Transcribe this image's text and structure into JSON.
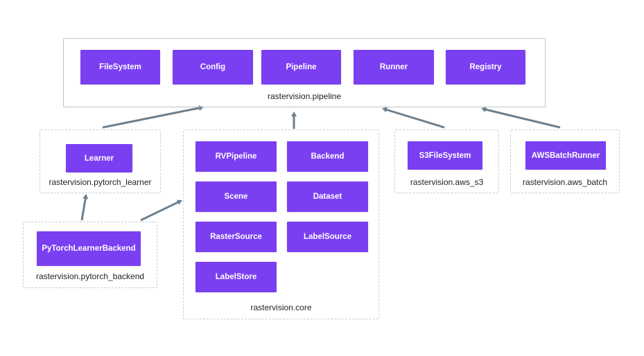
{
  "colors": {
    "module": "#7b3ff2",
    "arrow": "#6d7f8d",
    "border": "#b9c4cc"
  },
  "pipeline": {
    "label": "rastervision.pipeline",
    "modules": [
      "FileSystem",
      "Config",
      "Pipeline",
      "Runner",
      "Registry"
    ]
  },
  "pytorch_learner": {
    "label": "rastervision.pytorch_learner",
    "modules": [
      "Learner"
    ]
  },
  "pytorch_backend": {
    "label": "rastervision.pytorch_backend",
    "modules": [
      "PyTorchLearnerBackend"
    ]
  },
  "core": {
    "label": "rastervision.core",
    "modules": [
      "RVPipeline",
      "Backend",
      "Scene",
      "Dataset",
      "RasterSource",
      "LabelSource",
      "LabelStore"
    ]
  },
  "aws_s3": {
    "label": "rastervision.aws_s3",
    "modules": [
      "S3FileSystem"
    ]
  },
  "aws_batch": {
    "label": "rastervision.aws_batch",
    "modules": [
      "AWSBatchRunner"
    ]
  }
}
